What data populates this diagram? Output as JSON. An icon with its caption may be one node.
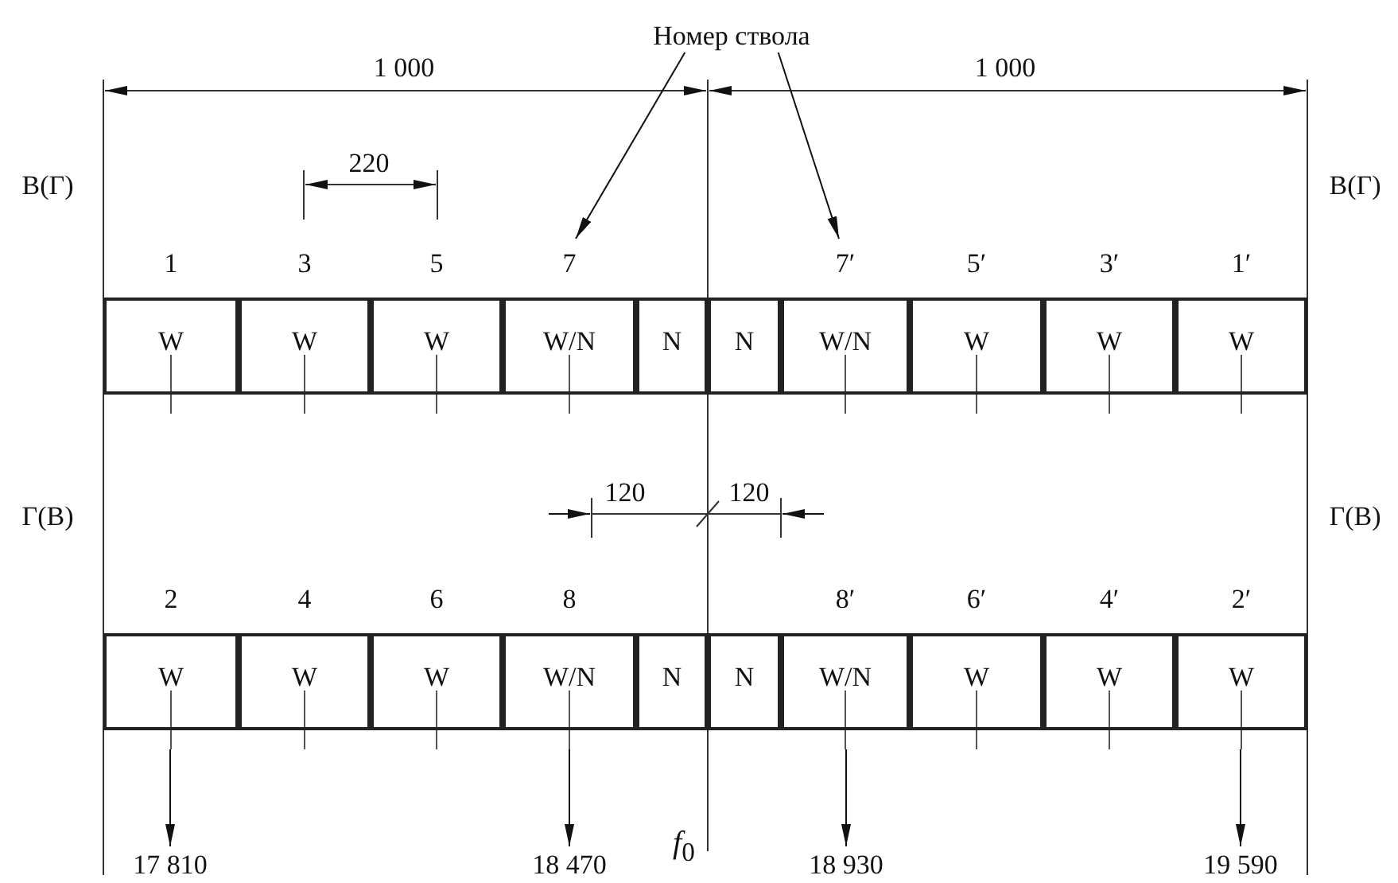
{
  "diagram": {
    "nodes": [
      {
        "text": [
          "Номер ствола"
        ]
      },
      {
        "text": [
          "W"
        ],
        "beside": [
          "1"
        ]
      },
      {
        "text": [
          "W"
        ],
        "beside": [
          "3"
        ]
      },
      {
        "text": [
          "W"
        ],
        "beside": [
          "5"
        ]
      },
      {
        "text": [
          "W/N"
        ],
        "beside": [
          "7"
        ]
      },
      {
        "text": [
          "N"
        ]
      },
      {
        "text": [
          "N"
        ]
      },
      {
        "text": [
          "W/N"
        ],
        "beside": [
          "7′"
        ]
      },
      {
        "text": [
          "W"
        ],
        "beside": [
          "5′"
        ]
      },
      {
        "text": [
          "W"
        ],
        "beside": [
          "3′"
        ]
      },
      {
        "text": [
          "W"
        ],
        "beside": [
          "1′"
        ]
      },
      {
        "text": [
          "W"
        ],
        "beside": [
          "2"
        ]
      },
      {
        "text": [
          "W"
        ],
        "beside": [
          "4"
        ]
      },
      {
        "text": [
          "W"
        ],
        "beside": [
          "6"
        ]
      },
      {
        "text": [
          "W/N"
        ],
        "beside": [
          "8"
        ]
      },
      {
        "text": [
          "N"
        ]
      },
      {
        "text": [
          "N"
        ]
      },
      {
        "text": [
          "W/N"
        ],
        "beside": [
          "8′"
        ]
      },
      {
        "text": [
          "W"
        ],
        "beside": [
          "6′"
        ]
      },
      {
        "text": [
          "W"
        ],
        "beside": [
          "4′"
        ]
      },
      {
        "text": [
          "W"
        ],
        "beside": [
          "2′"
        ]
      },
      {
        "text": [
          "17 810"
        ]
      },
      {
        "text": [
          "18 470"
        ]
      },
      {
        "text": [
          "18 930"
        ]
      },
      {
        "text": [
          "19 590"
        ]
      }
    ],
    "edges": [
      {
        "from": 0,
        "to": 4,
        "arrow": "to"
      },
      {
        "from": 0,
        "to": 7,
        "arrow": "to"
      },
      {
        "from": 11,
        "to": 21,
        "arrow": "to"
      },
      {
        "from": 14,
        "to": 22,
        "arrow": "to"
      },
      {
        "from": 17,
        "to": 23,
        "arrow": "to"
      },
      {
        "from": 20,
        "to": 24,
        "arrow": "to"
      }
    ],
    "labels": [
      "1 000",
      "1 000",
      "В(Г)",
      "220",
      "В(Г)",
      "Г(В)",
      "120",
      "120",
      "Г(В)",
      "*f*$_{0}$"
    ]
  }
}
